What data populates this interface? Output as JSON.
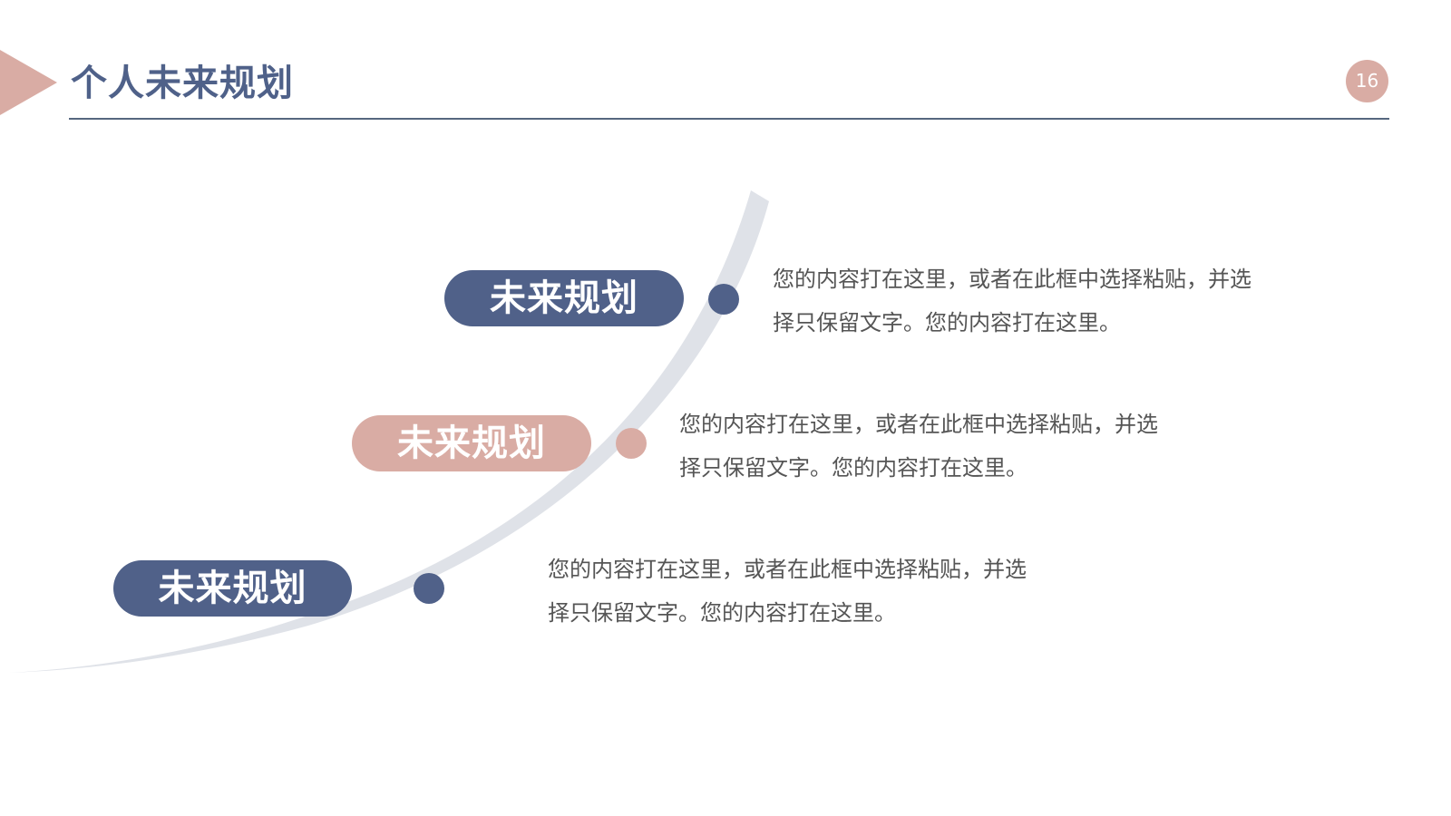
{
  "header": {
    "title": "个人未来规划",
    "page_number": "16"
  },
  "colors": {
    "primary": "#506189",
    "accent": "#d9aca4",
    "arc": "#dfe2e8",
    "text": "#555555"
  },
  "timeline": {
    "items": [
      {
        "label": "未来规划",
        "color": "primary",
        "description_line1": "您的内容打在这里，或者在此框中选择粘贴，并选",
        "description_line2": "择只保留文字。您的内容打在这里。"
      },
      {
        "label": "未来规划",
        "color": "accent",
        "description_line1": "您的内容打在这里，或者在此框中选择粘贴，并选",
        "description_line2": "择只保留文字。您的内容打在这里。"
      },
      {
        "label": "未来规划",
        "color": "primary",
        "description_line1": "您的内容打在这里，或者在此框中选择粘贴，并选",
        "description_line2": "择只保留文字。您的内容打在这里。"
      }
    ]
  }
}
